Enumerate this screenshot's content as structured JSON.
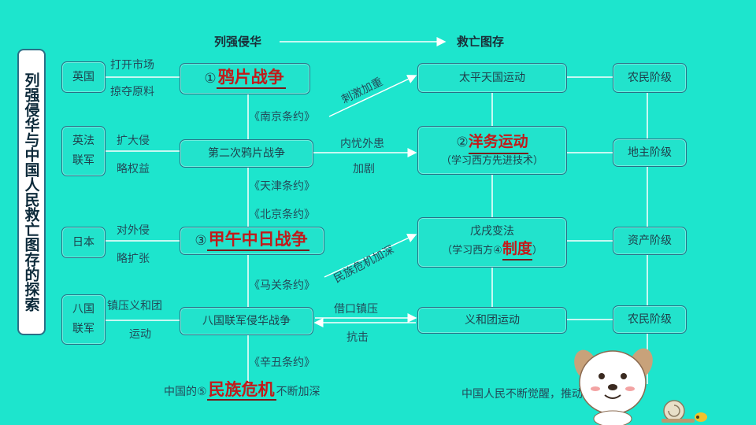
{
  "header": {
    "left": "列强侵华",
    "right": "救亡图存"
  },
  "side_title": "列强侵华与中国人民救亡图存的探索",
  "aggressors": [
    {
      "line1": "英国",
      "line2": ""
    },
    {
      "line1": "英法",
      "line2": "联军"
    },
    {
      "line1": "日本",
      "line2": ""
    },
    {
      "line1": "八国",
      "line2": "联军"
    }
  ],
  "purposes": [
    {
      "line1": "打开市场",
      "line2": "掠夺原料"
    },
    {
      "line1": "扩大侵",
      "line2": "略权益"
    },
    {
      "line1": "对外侵",
      "line2": "略扩张"
    },
    {
      "line1": "镇压义和团",
      "line2": "运动"
    }
  ],
  "wars": [
    {
      "num": "①",
      "answer": "鸦片战争"
    },
    {
      "text": "第二次鸦片战争"
    },
    {
      "num": "③",
      "answer": "甲午中日战争"
    },
    {
      "text": "八国联军侵华战争"
    }
  ],
  "treaties": [
    "《南京条约》",
    "《天津条约》",
    "《北京条约》",
    "《马关条约》",
    "《辛丑条约》"
  ],
  "links": {
    "stimulate": "刺激加重",
    "trouble_1": "内忧外患",
    "trouble_2": "加剧",
    "crisis": "民族危机加深",
    "borrow": "借口镇压",
    "resist": "抗击"
  },
  "movements": [
    {
      "title": "太平天国运动"
    },
    {
      "num": "②",
      "answer": "洋务运动",
      "sub": "（学习西方先进技术）"
    },
    {
      "title": "戊戌变法",
      "sub_prefix": "（学习西方④",
      "answer": "制度",
      "sub_suffix": "）"
    },
    {
      "title": "义和团运动"
    }
  ],
  "classes": [
    "农民阶级",
    "地主阶级",
    "资产阶级",
    "农民阶级"
  ],
  "bottom": {
    "left_prefix": "中国的⑤",
    "left_answer": "民族危机",
    "left_suffix": "不断加深",
    "right": "中国人民不断觉醒，推动中国现代化"
  },
  "colors": {
    "background": "#1de5cd",
    "answer": "#c21a1a",
    "line": "#2a6f86"
  }
}
